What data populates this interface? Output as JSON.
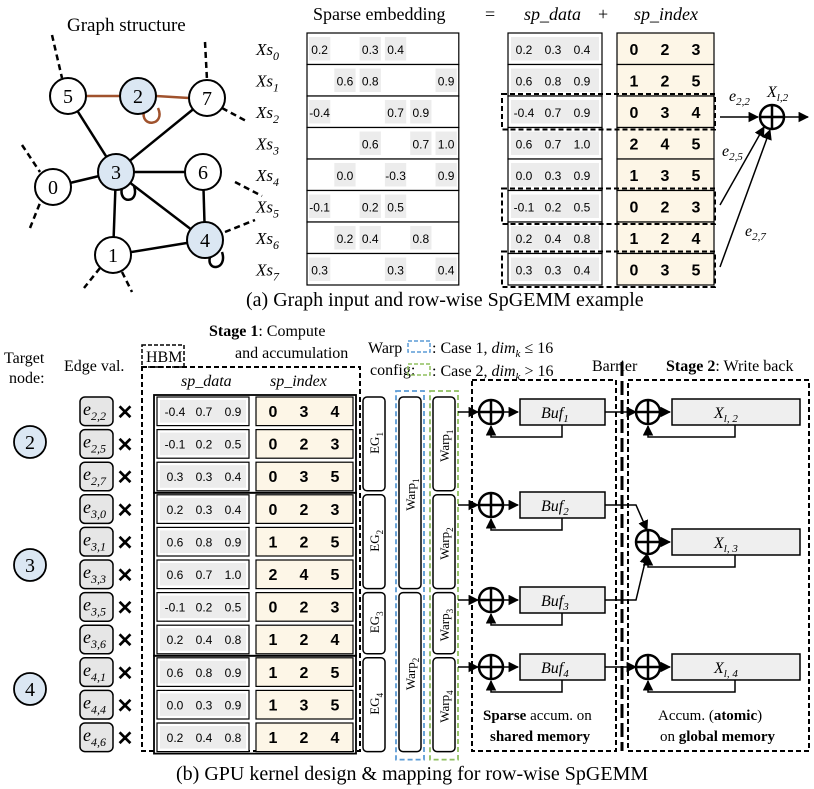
{
  "top": {
    "graph_title": "Graph structure",
    "nodes": [
      {
        "id": "5",
        "highlight": false
      },
      {
        "id": "2",
        "highlight": true
      },
      {
        "id": "7",
        "highlight": false
      },
      {
        "id": "0",
        "highlight": false
      },
      {
        "id": "3",
        "highlight": true
      },
      {
        "id": "6",
        "highlight": false
      },
      {
        "id": "1",
        "highlight": false
      },
      {
        "id": "4",
        "highlight": true
      }
    ],
    "header": {
      "sparse": "Sparse embedding",
      "eq": "=",
      "sp_data": "sp_data",
      "plus": "+",
      "sp_index": "sp_index"
    },
    "rows": [
      {
        "label": "Xs",
        "sub": "0",
        "sparse": [
          "0.2",
          "",
          "0.3",
          "0.4",
          "",
          ""
        ],
        "data": [
          "0.2",
          "0.3",
          "0.4"
        ],
        "index": [
          "0",
          "2",
          "3"
        ]
      },
      {
        "label": "Xs",
        "sub": "1",
        "sparse": [
          "",
          "0.6",
          "0.8",
          "",
          "",
          "0.9"
        ],
        "data": [
          "0.6",
          "0.8",
          "0.9"
        ],
        "index": [
          "1",
          "2",
          "5"
        ]
      },
      {
        "label": "Xs",
        "sub": "2",
        "sparse": [
          "-0.4",
          "",
          "",
          "0.7",
          "0.9",
          ""
        ],
        "data": [
          "-0.4",
          "0.7",
          "0.9"
        ],
        "index": [
          "0",
          "3",
          "4"
        ]
      },
      {
        "label": "Xs",
        "sub": "3",
        "sparse": [
          "",
          "",
          "0.6",
          "",
          "0.7",
          "1.0"
        ],
        "data": [
          "0.6",
          "0.7",
          "1.0"
        ],
        "index": [
          "2",
          "4",
          "5"
        ]
      },
      {
        "label": "Xs",
        "sub": "4",
        "sparse": [
          "",
          "0.0",
          "",
          "-0.3",
          "",
          "0.9"
        ],
        "data": [
          "0.0",
          "0.3",
          "0.9"
        ],
        "index": [
          "1",
          "3",
          "5"
        ]
      },
      {
        "label": "Xs",
        "sub": "5",
        "sparse": [
          "-0.1",
          "",
          "0.2",
          "0.5",
          "",
          ""
        ],
        "data": [
          "-0.1",
          "0.2",
          "0.5"
        ],
        "index": [
          "0",
          "2",
          "3"
        ]
      },
      {
        "label": "Xs",
        "sub": "6",
        "sparse": [
          "",
          "0.2",
          "0.4",
          "",
          "0.8",
          ""
        ],
        "data": [
          "0.2",
          "0.4",
          "0.8"
        ],
        "index": [
          "1",
          "2",
          "4"
        ]
      },
      {
        "label": "Xs",
        "sub": "7",
        "sparse": [
          "0.3",
          "",
          "",
          "0.3",
          "",
          "0.4"
        ],
        "data": [
          "0.3",
          "0.3",
          "0.4"
        ],
        "index": [
          "0",
          "3",
          "5"
        ]
      }
    ],
    "edge_labels": [
      {
        "main": "e",
        "sub": "2,2"
      },
      {
        "main": "e",
        "sub": "2,5"
      },
      {
        "main": "e",
        "sub": "2,7"
      }
    ],
    "output_label": {
      "main": "X",
      "sub": "l,2"
    },
    "caption": "(a) Graph input and row-wise SpGEMM example"
  },
  "bottom": {
    "target_node_label_1": "Target",
    "target_node_label_2": "node:",
    "edge_val_label": "Edge val.",
    "hbm_label": "HBM",
    "stage1_bold": "Stage 1",
    "stage1_rest": ": Compute",
    "stage1_line2": "and accumulation",
    "sp_data": "sp_data",
    "sp_index": "sp_index",
    "warp_label_1": "Warp",
    "warp_label_2": "config:",
    "case1": {
      "pre": ": Case 1, ",
      "dim": "dim",
      "sub": "k",
      "post": " ≤ 16"
    },
    "case2": {
      "pre": ": Case 2, ",
      "dim": "dim",
      "sub": "k",
      "post": " > 16"
    },
    "barrier_label": "Barrier",
    "stage2_bold": "Stage 2",
    "stage2_rest": ": Write back",
    "targets": [
      "2",
      "3",
      "4"
    ],
    "rows": [
      {
        "e": "e",
        "sub": "2,2",
        "data": [
          "-0.4",
          "0.7",
          "0.9"
        ],
        "index": [
          "0",
          "3",
          "4"
        ]
      },
      {
        "e": "e",
        "sub": "2,5",
        "data": [
          "-0.1",
          "0.2",
          "0.5"
        ],
        "index": [
          "0",
          "2",
          "3"
        ]
      },
      {
        "e": "e",
        "sub": "2,7",
        "data": [
          "0.3",
          "0.3",
          "0.4"
        ],
        "index": [
          "0",
          "3",
          "5"
        ]
      },
      {
        "e": "e",
        "sub": "3,0",
        "data": [
          "0.2",
          "0.3",
          "0.4"
        ],
        "index": [
          "0",
          "2",
          "3"
        ]
      },
      {
        "e": "e",
        "sub": "3,1",
        "data": [
          "0.6",
          "0.8",
          "0.9"
        ],
        "index": [
          "1",
          "2",
          "5"
        ]
      },
      {
        "e": "e",
        "sub": "3,3",
        "data": [
          "0.6",
          "0.7",
          "1.0"
        ],
        "index": [
          "2",
          "4",
          "5"
        ]
      },
      {
        "e": "e",
        "sub": "3,5",
        "data": [
          "-0.1",
          "0.2",
          "0.5"
        ],
        "index": [
          "0",
          "2",
          "3"
        ]
      },
      {
        "e": "e",
        "sub": "3,6",
        "data": [
          "0.2",
          "0.4",
          "0.8"
        ],
        "index": [
          "1",
          "2",
          "4"
        ]
      },
      {
        "e": "e",
        "sub": "4,1",
        "data": [
          "0.6",
          "0.8",
          "0.9"
        ],
        "index": [
          "1",
          "2",
          "5"
        ]
      },
      {
        "e": "e",
        "sub": "4,4",
        "data": [
          "0.0",
          "0.3",
          "0.9"
        ],
        "index": [
          "1",
          "3",
          "5"
        ]
      },
      {
        "e": "e",
        "sub": "4,6",
        "data": [
          "0.2",
          "0.4",
          "0.8"
        ],
        "index": [
          "1",
          "2",
          "4"
        ]
      }
    ],
    "multiply_symbol": "✕",
    "eg": [
      {
        "main": "EG",
        "sub": "1"
      },
      {
        "main": "EG",
        "sub": "2"
      },
      {
        "main": "EG",
        "sub": "3"
      },
      {
        "main": "EG",
        "sub": "4"
      }
    ],
    "warp_blue": [
      {
        "main": "Warp",
        "sub": "1"
      },
      {
        "main": "Warp",
        "sub": "2"
      }
    ],
    "warp_green": [
      {
        "main": "Warp",
        "sub": "1"
      },
      {
        "main": "Warp",
        "sub": "2"
      },
      {
        "main": "Warp",
        "sub": "3"
      },
      {
        "main": "Warp",
        "sub": "4"
      }
    ],
    "bufs": [
      {
        "main": "Buf",
        "sub": "1"
      },
      {
        "main": "Buf",
        "sub": "2"
      },
      {
        "main": "Buf",
        "sub": "3"
      },
      {
        "main": "Buf",
        "sub": "4"
      }
    ],
    "outs": [
      {
        "main": "X",
        "sub": "l, 2"
      },
      {
        "main": "X",
        "sub": "l, 3"
      },
      {
        "main": "X",
        "sub": "l, 4"
      }
    ],
    "shared_note": {
      "b1": "Sparse",
      "r1": " accum. on",
      "b2": "shared memory"
    },
    "global_note": {
      "r1a": "Accum. (",
      "b1": "atomic",
      "r1b": ")",
      "r2": "on ",
      "b2": "global memory"
    },
    "caption": "(b) GPU kernel design & mapping for row-wise SpGEMM"
  },
  "colors": {
    "node_highlight": "#dbe7f3",
    "cell_gray": "#ececec",
    "index_fill": "#fdf6e7",
    "edge_fill": "#e6e6e6",
    "brown_edge": "#a0522d",
    "warp_blue": "#5b9bd5",
    "warp_green": "#8fbf5f",
    "block_gray": "#efefef"
  }
}
